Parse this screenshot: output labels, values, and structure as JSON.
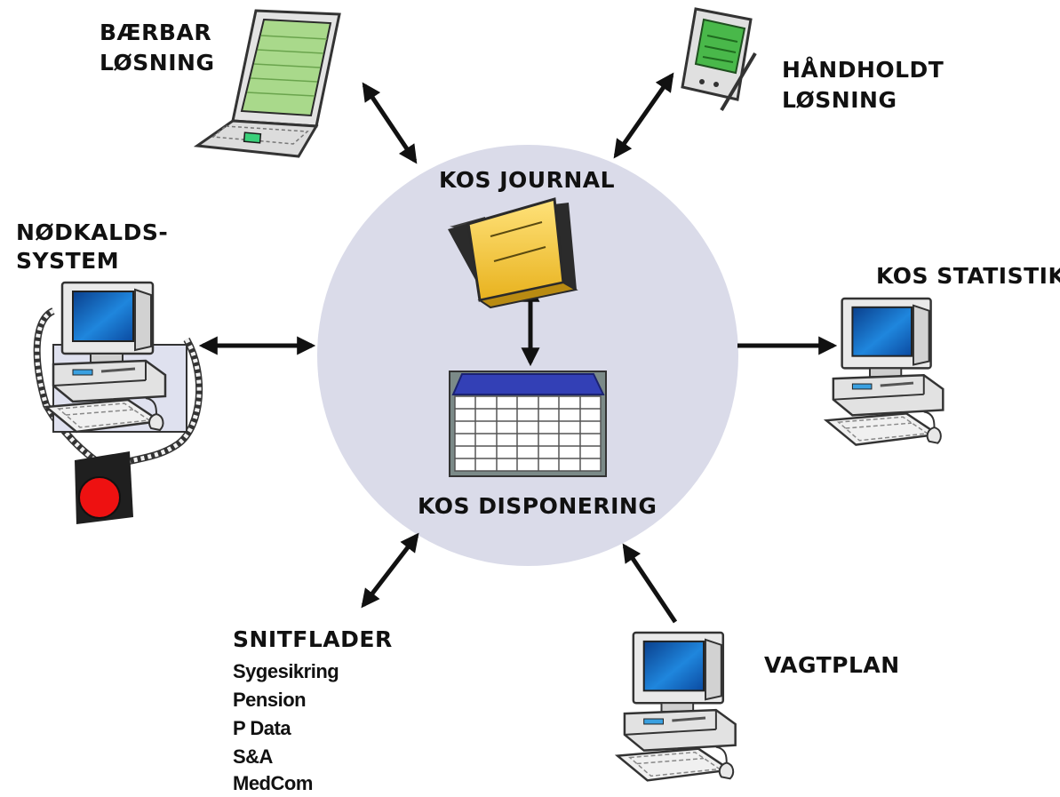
{
  "colors": {
    "hub_circle": "#dadbe9",
    "arrow": "#111111",
    "folder": "#f2c63a",
    "calendar_header": "#3340b6",
    "screen": "#1670c8",
    "alarm_button": "#ee1111",
    "pda_screen": "#49b84a",
    "laptop_pad": "#3ad07a"
  },
  "hub": {
    "top_label": "KOS JOURNAL",
    "bottom_label": "KOS DISPONERING",
    "top_icon": "folder-icon",
    "bottom_icon": "calendar-icon"
  },
  "nodes": {
    "laptop": {
      "line1": "BÆRBAR",
      "line2": "LØSNING",
      "icon": "laptop-icon"
    },
    "handheld": {
      "line1": "HÅNDHOLDT",
      "line2": "LØSNING",
      "icon": "pda-icon"
    },
    "emergency": {
      "line1": "NØDKALDS-",
      "line2": "SYSTEM",
      "icon": "emergency-computer-icon"
    },
    "statistics": {
      "label": "KOS STATISTIK",
      "icon": "computer-icon"
    },
    "interfaces": {
      "title": "SNITFLADER",
      "items": [
        "Sygesikring",
        "Pension",
        "P Data",
        "S&A",
        "MedCom"
      ]
    },
    "roster": {
      "label": "VAGTPLAN",
      "icon": "computer-icon"
    }
  }
}
